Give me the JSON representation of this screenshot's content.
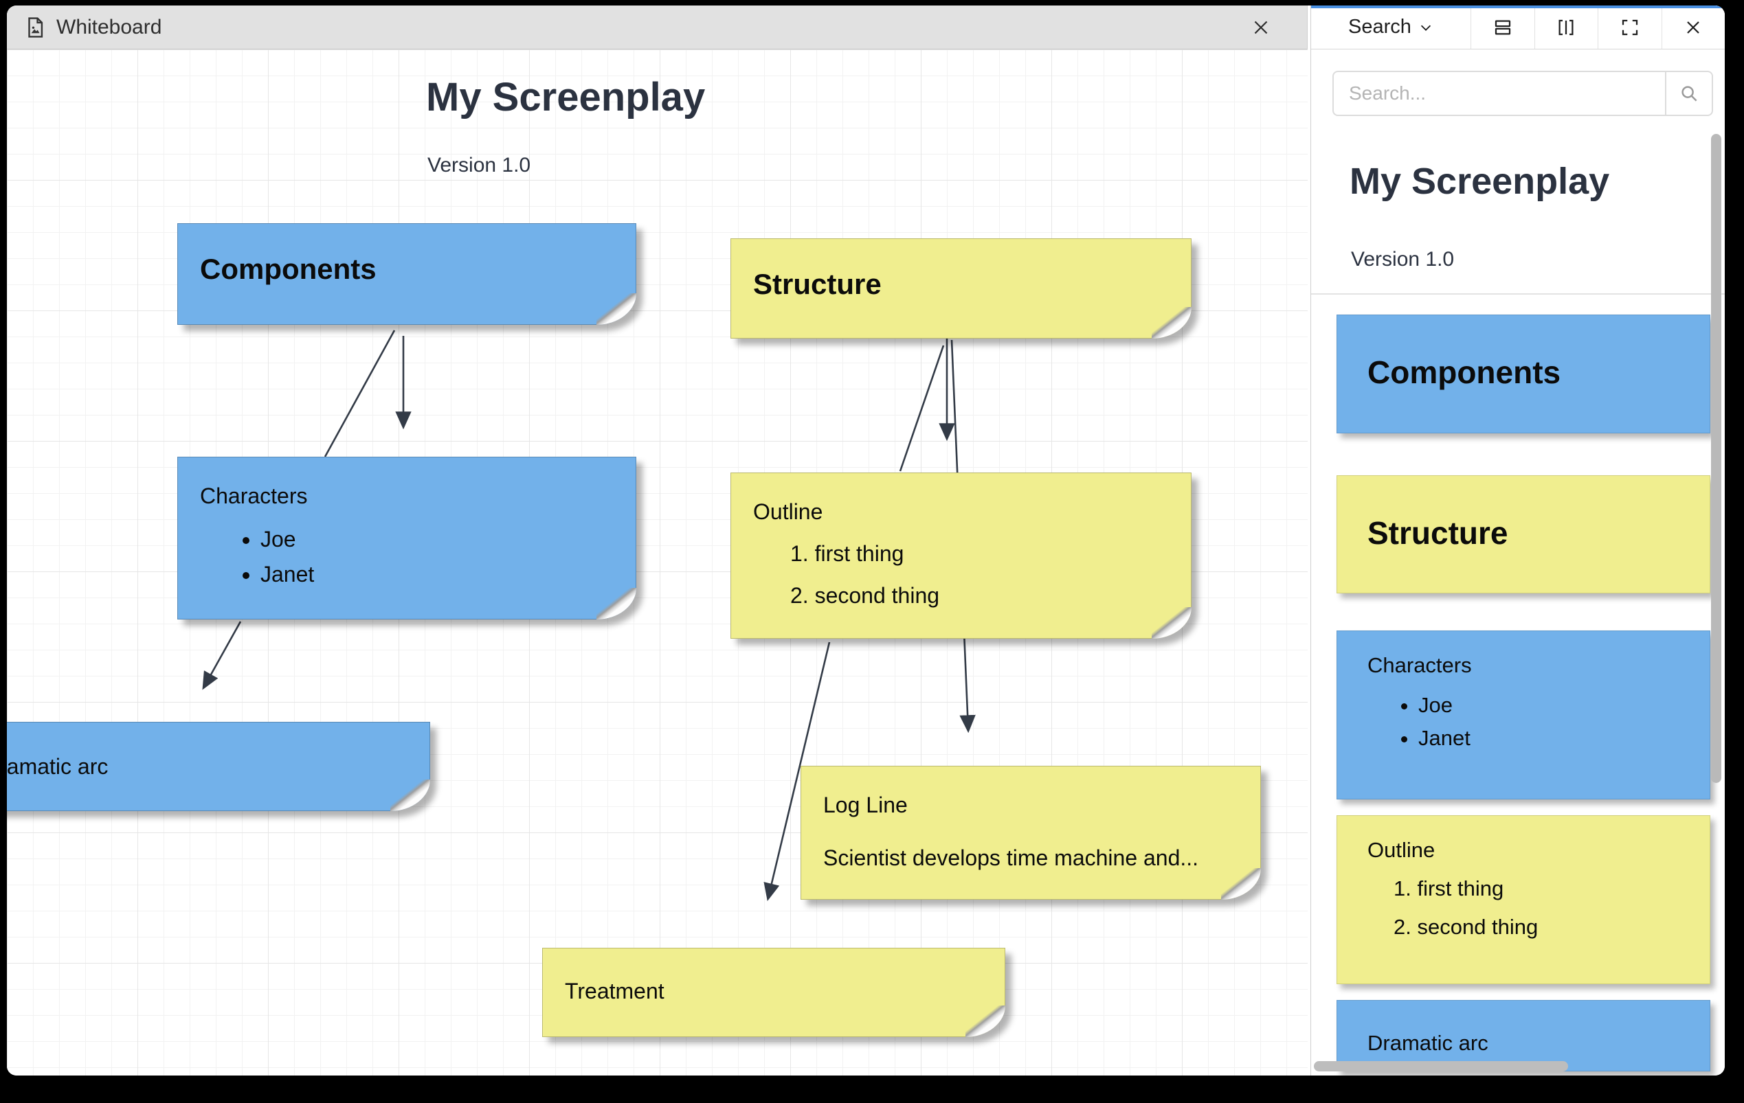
{
  "window": {
    "title": "Whiteboard"
  },
  "panel": {
    "toolbar": {
      "search_label": "Search"
    },
    "search": {
      "placeholder": "Search..."
    },
    "doc": {
      "title": "My Screenplay",
      "version": "Version 1.0"
    },
    "cards": [
      {
        "title": "Components",
        "color": "blue"
      },
      {
        "title": "Structure",
        "color": "yellow"
      },
      {
        "title": "Characters",
        "color": "blue",
        "bullets": [
          "Joe",
          "Janet"
        ]
      },
      {
        "title": "Outline",
        "color": "yellow",
        "markers": [
          "1.",
          "2."
        ],
        "items": [
          "first thing",
          "second thing"
        ]
      },
      {
        "title": "Dramatic arc",
        "color": "blue"
      }
    ]
  },
  "canvas": {
    "title": "My Screenplay",
    "subtitle": "Version 1.0",
    "notes": [
      {
        "title": "Components",
        "color": "blue"
      },
      {
        "title": "Structure",
        "color": "yellow"
      },
      {
        "title": "Characters",
        "color": "blue",
        "bullets": [
          "Joe",
          "Janet"
        ]
      },
      {
        "title": "Outline",
        "color": "yellow",
        "markers": [
          "1.",
          "2."
        ],
        "items": [
          "first thing",
          "second thing"
        ]
      },
      {
        "title": "Dramatic arc",
        "color": "blue"
      },
      {
        "title": "Log Line",
        "color": "yellow",
        "body": "Scientist develops time machine and..."
      },
      {
        "title": "Treatment",
        "color": "yellow"
      }
    ]
  },
  "colors": {
    "note_blue": "#72b1ea",
    "note_yellow": "#f0ee8f",
    "accent_blue": "#4a90e2",
    "arrow": "#333b47",
    "titlebar_bg": "#e1e1e1"
  }
}
